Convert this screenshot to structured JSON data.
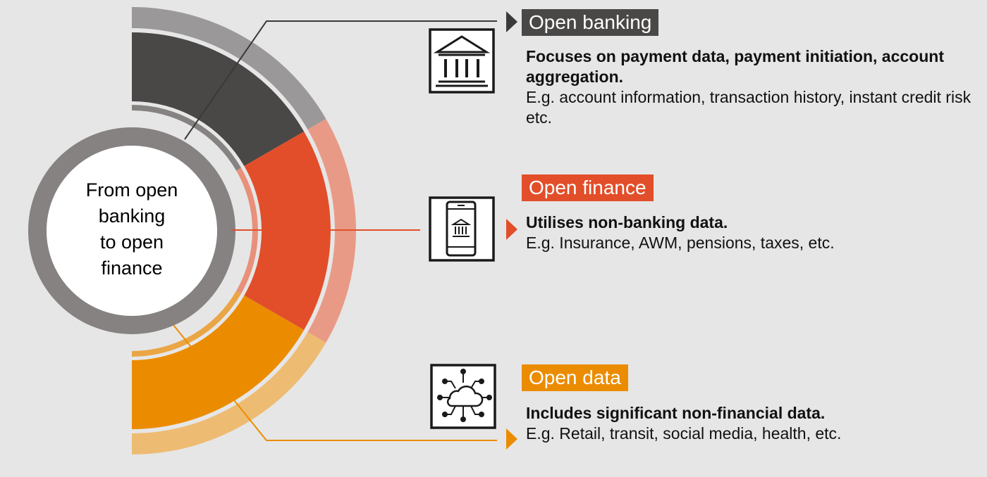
{
  "center": {
    "lines": [
      "From open",
      "banking",
      "to open",
      "finance"
    ]
  },
  "colors": {
    "background": "#e6e6e6",
    "open_banking": "#4a4747",
    "open_finance": "#e24e29",
    "open_data": "#eb8c00",
    "ring_gray": "#858281",
    "icon_stroke": "#1a1a1a"
  },
  "sections": [
    {
      "title": "Open banking",
      "bold": "Focuses on payment data, payment initiation, account aggregation.",
      "example": "E.g. account information, transaction history, instant credit risk etc.",
      "icon": "bank-building-icon"
    },
    {
      "title": "Open finance",
      "bold": "Utilises non-banking data.",
      "example": "E.g. Insurance, AWM, pensions, taxes, etc.",
      "icon": "mobile-bank-icon"
    },
    {
      "title": "Open data",
      "bold": "Includes significant non-financial data.",
      "example": "E.g. Retail, transit, social media, health, etc.",
      "icon": "cloud-network-icon"
    }
  ]
}
